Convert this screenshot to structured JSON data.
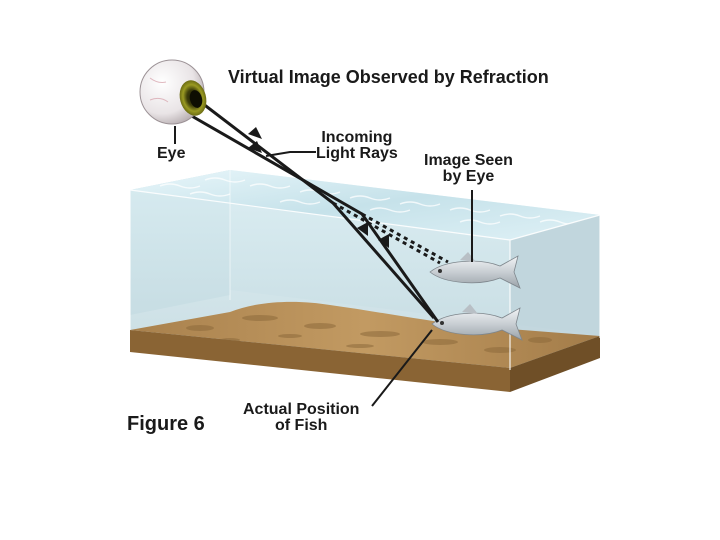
{
  "title": "Virtual Image Observed by Refraction",
  "labels": {
    "eye": "Eye",
    "incoming_rays_line1": "Incoming",
    "incoming_rays_line2": "Light Rays",
    "image_seen_line1": "Image Seen",
    "image_seen_line2": "by Eye",
    "actual_position_line1": "Actual Position",
    "actual_position_line2": "of Fish"
  },
  "figure_label": "Figure 6",
  "colors": {
    "water": "#c7dfe6",
    "water_surface": "#d6eef4",
    "sand": "#b08a55",
    "sand_edge": "#7a5a32",
    "ray": "#1a1a1a",
    "fish": "#c9cfd4",
    "eye_iris": "#8a8a1e"
  },
  "icons": {
    "eye": "eyeball-icon",
    "fish_actual": "fish-icon",
    "fish_image": "fish-icon"
  }
}
